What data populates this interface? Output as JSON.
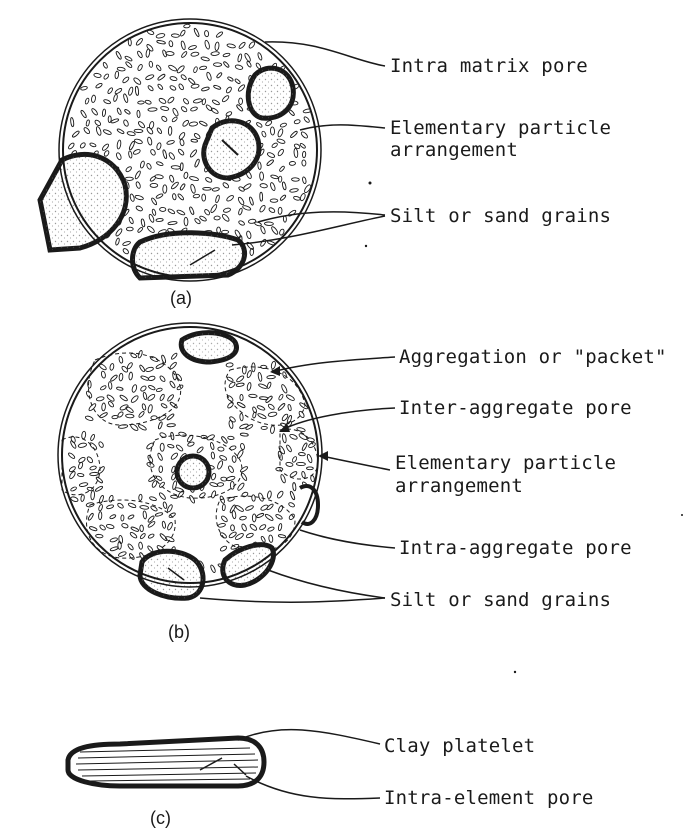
{
  "panels": [
    {
      "caption": "(a)",
      "labels": [
        "Intra matrix pore",
        "Elementary particle",
        "arrangement",
        "Silt or sand grains"
      ]
    },
    {
      "caption": "(b)",
      "labels": [
        "Aggregation or \"packet\"",
        "Inter-aggregate pore",
        "Elementary particle",
        "arrangement",
        "Intra-aggregate pore",
        "Silt or sand grains"
      ]
    },
    {
      "caption": "(c)",
      "labels": [
        "Clay platelet",
        "Intra-element pore"
      ]
    }
  ],
  "colors": {
    "ink": "#1a1a1a",
    "background": "#ffffff",
    "stipple": "#555555"
  }
}
